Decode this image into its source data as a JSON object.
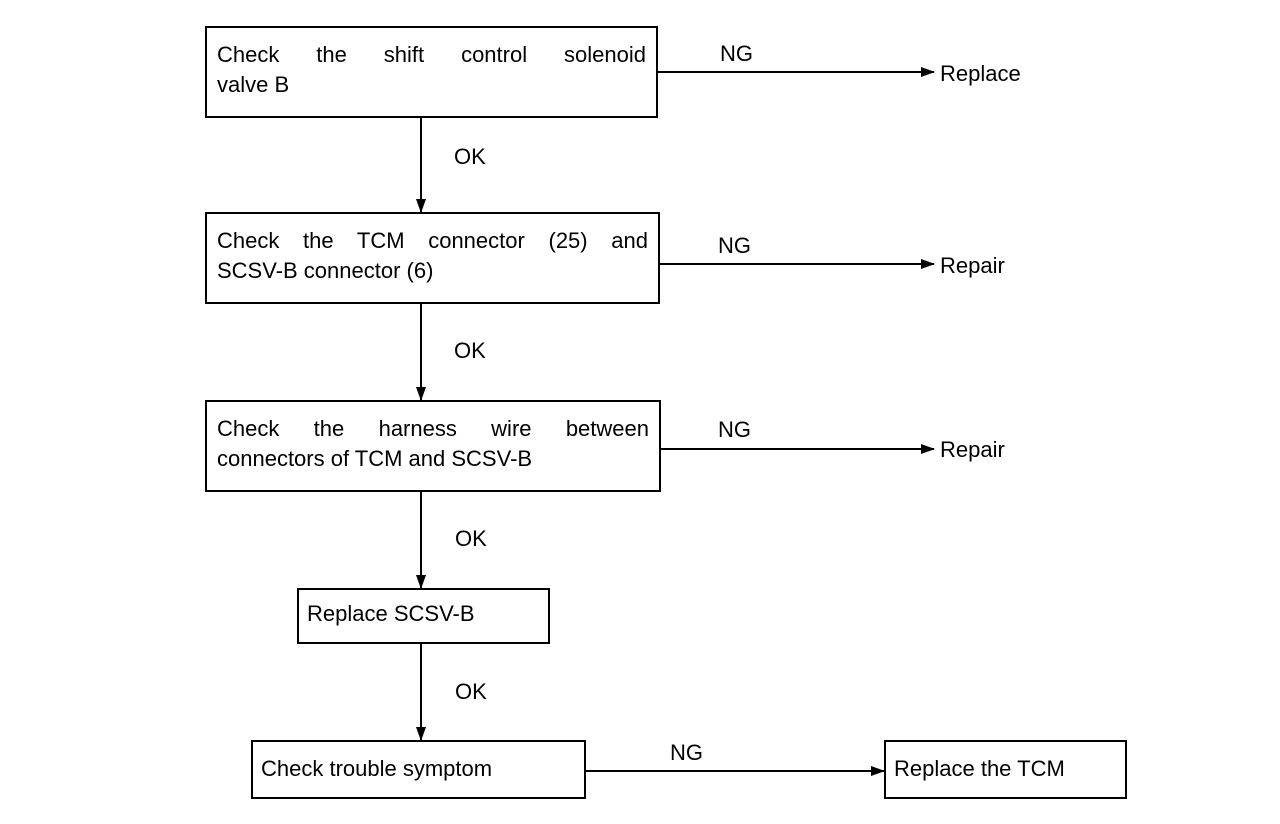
{
  "steps": [
    {
      "line1": "Check the shift control solenoid",
      "line2": "valve B"
    },
    {
      "line1": "Check the TCM connector (25) and",
      "line2": "SCSV-B connector (6)"
    },
    {
      "line1": "Check the harness wire between",
      "line2": "connectors of TCM and SCSV-B"
    },
    {
      "text": "Replace SCSV-B"
    },
    {
      "text": "Check trouble symptom"
    }
  ],
  "outcomes": {
    "step1_ng": "Replace",
    "step2_ng": "Repair",
    "step3_ng": "Repair",
    "step5_ng": "Replace the TCM"
  },
  "labels": {
    "ok": "OK",
    "ng": "NG"
  }
}
